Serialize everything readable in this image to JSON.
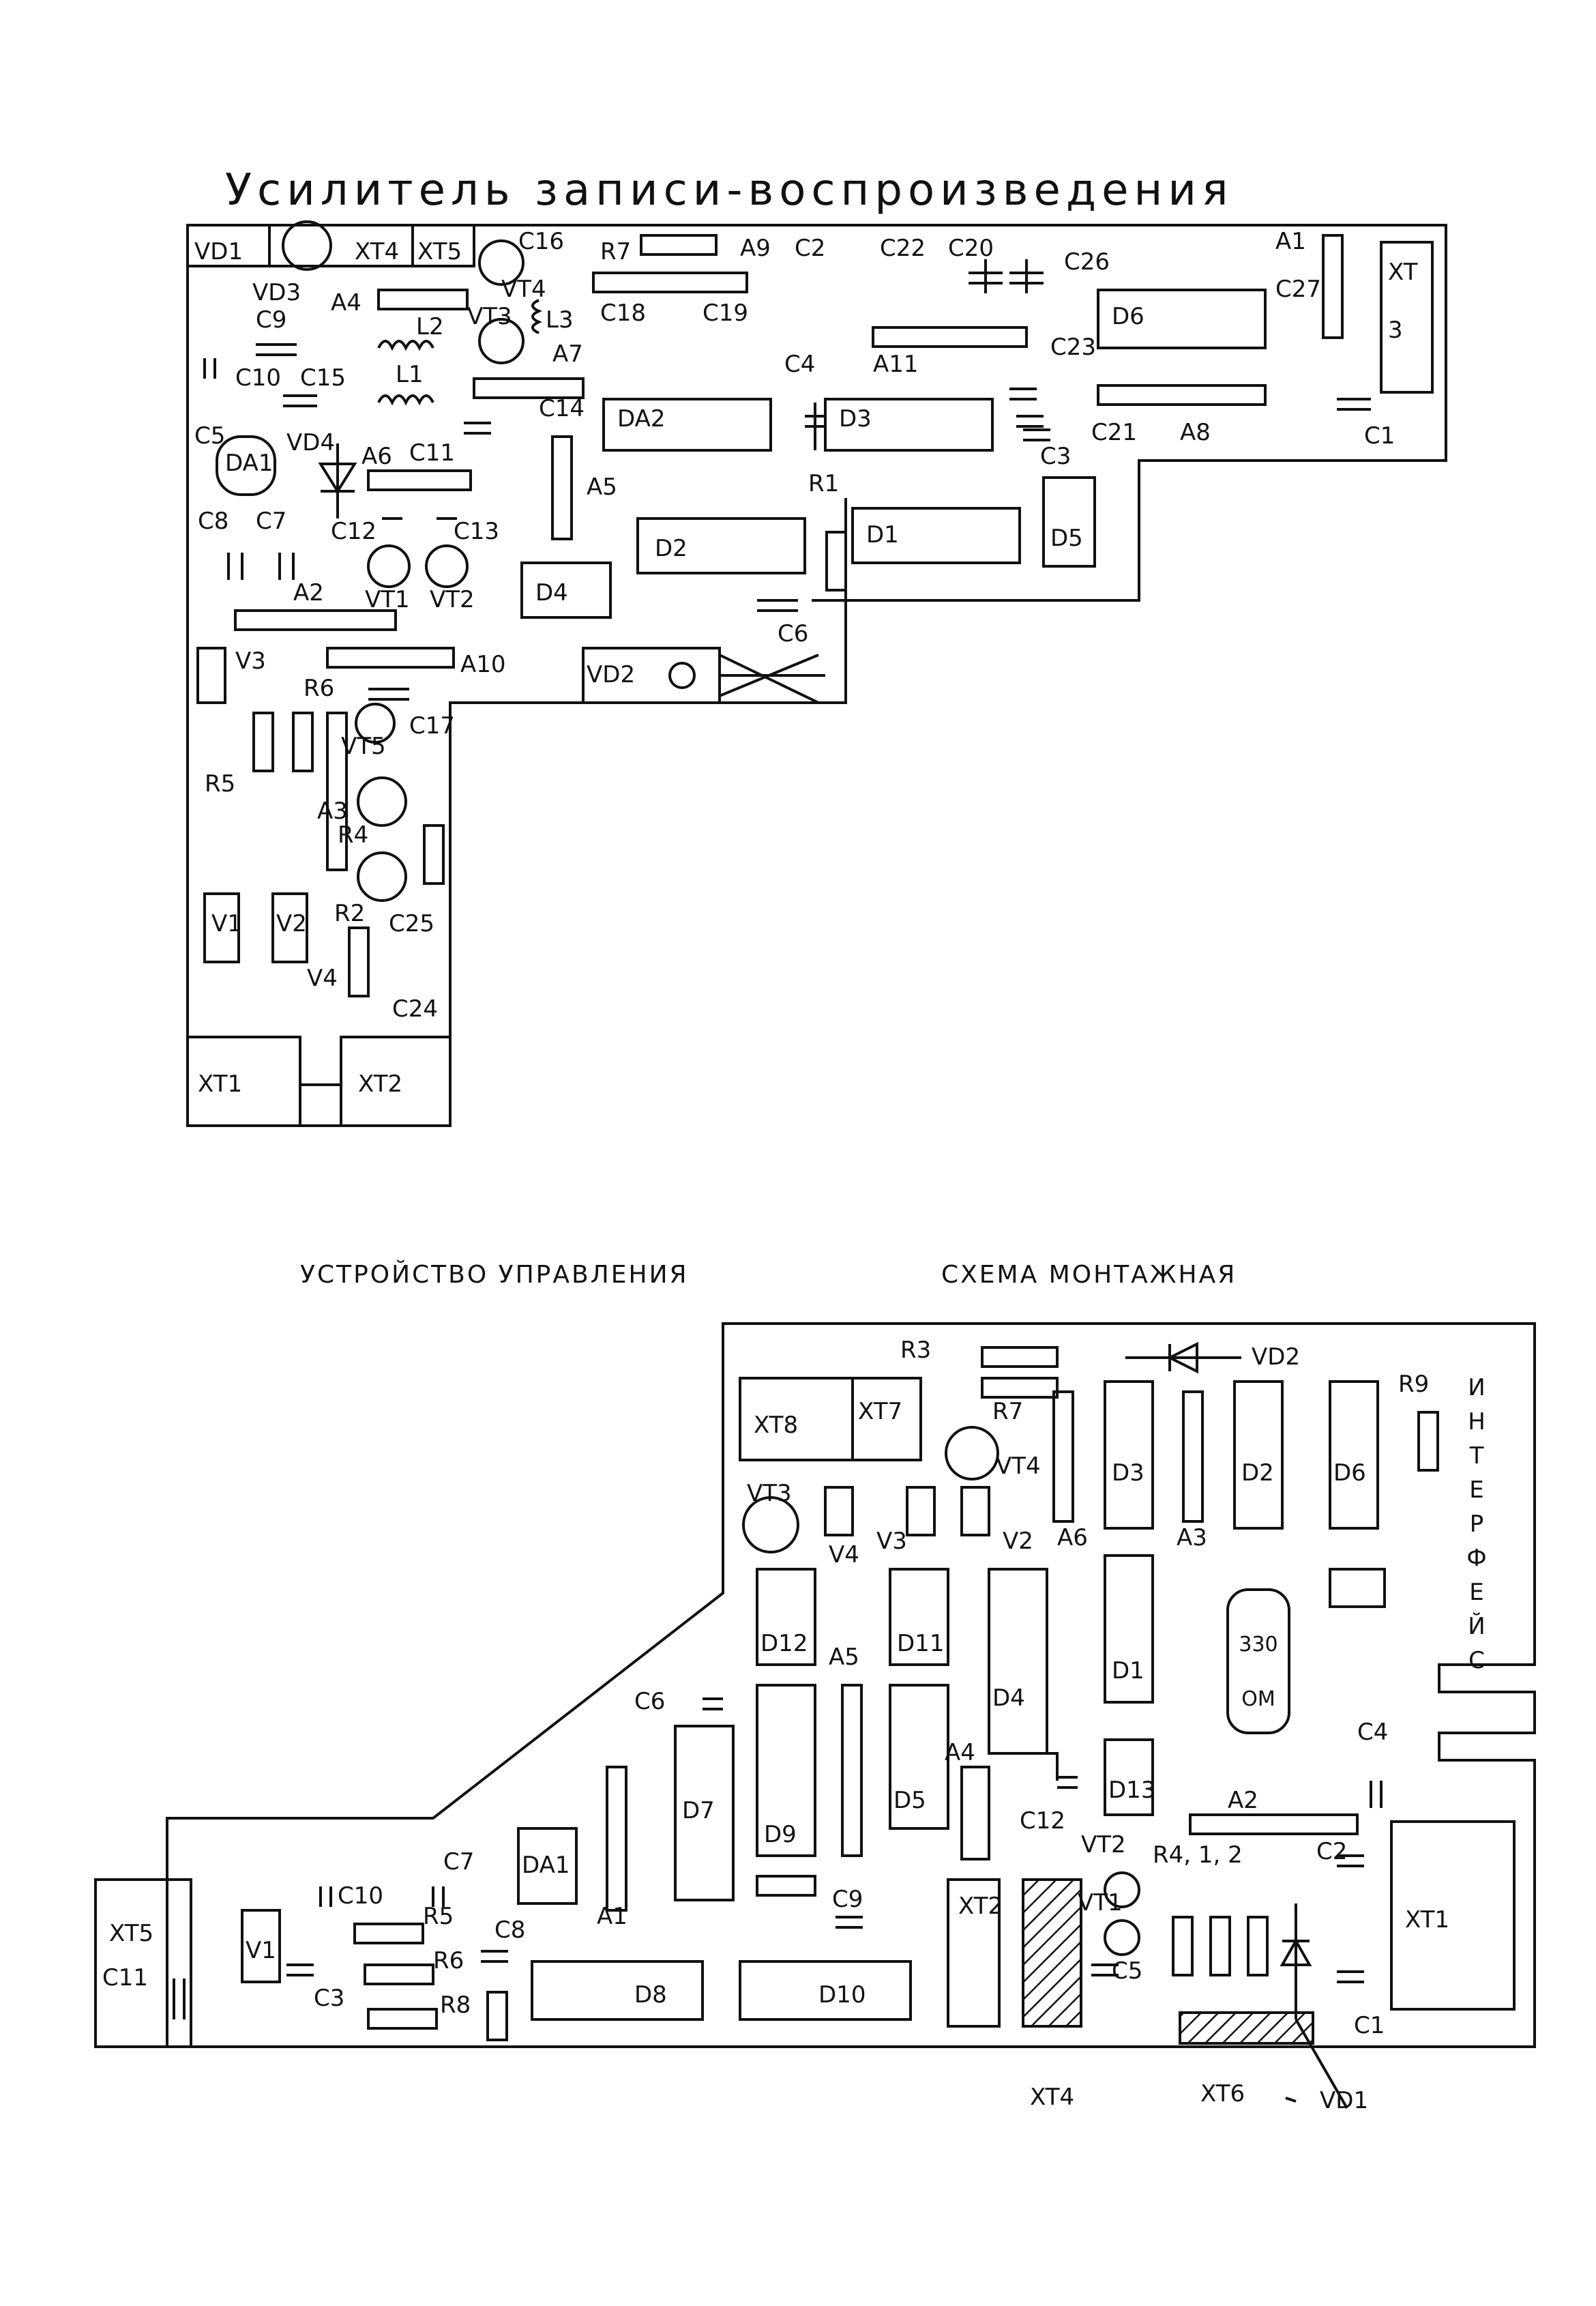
{
  "titles": {
    "top": "Усилитель записи-воспроизведения",
    "bottom_left": "УСТРОЙСТВО УПРАВЛЕНИЯ",
    "bottom_right": "СХЕМА МОНТАЖНАЯ"
  },
  "top_board": {
    "labels": [
      "VD1",
      "VD3",
      "XT4",
      "XT5",
      "C16",
      "R7",
      "A9",
      "C2",
      "C22",
      "C20",
      "C26",
      "A1",
      "XT",
      "3",
      "VT4",
      "VT3",
      "L3",
      "C18",
      "C19",
      "C9",
      "A4",
      "L2",
      "A7",
      "A11",
      "D6",
      "C27",
      "C23",
      "C10",
      "C15",
      "L1",
      "C4",
      "DA2",
      "D3",
      "C21",
      "A8",
      "C1",
      "C14",
      "C5",
      "VD4",
      "DA1",
      "A6",
      "C11",
      "A5",
      "R1",
      "D5",
      "C8",
      "C7",
      "C12",
      "C13",
      "D2",
      "D1",
      "VT1",
      "VT2",
      "A2",
      "D4",
      "C6",
      "V3",
      "A10",
      "VD2",
      "R6",
      "C17",
      "R5",
      "VT5",
      "A3",
      "R4",
      "V1",
      "V2",
      "R2",
      "C25",
      "V4",
      "C24",
      "XT1",
      "XT2",
      "C3"
    ]
  },
  "bottom_board": {
    "labels": [
      "R3",
      "VD2",
      "R9",
      "XT8",
      "XT7",
      "R7",
      "VT4",
      "VT3",
      "D3",
      "D2",
      "D6",
      "V4",
      "V3",
      "V2",
      "A6",
      "A3",
      "D12",
      "A5",
      "D11",
      "D1",
      "D4",
      "C6",
      "A4",
      "C4",
      "D9",
      "D5",
      "D13",
      "C12",
      "A2",
      "D7",
      "C9",
      "DA1",
      "A1",
      "VT2",
      "VT1",
      "C5",
      "R4, 1, 2",
      "C2",
      "XT1",
      "C7",
      "C10",
      "R5",
      "C8",
      "R6",
      "R8",
      "C3",
      "C11",
      "XT5",
      "V1",
      "D8",
      "D10",
      "XT2",
      "C1",
      "XT4",
      "XT6",
      "VD1"
    ],
    "interface_label": "ИНТЕРФЕЙС",
    "resistor_value": "330",
    "resistor_unit": "ОМ"
  }
}
